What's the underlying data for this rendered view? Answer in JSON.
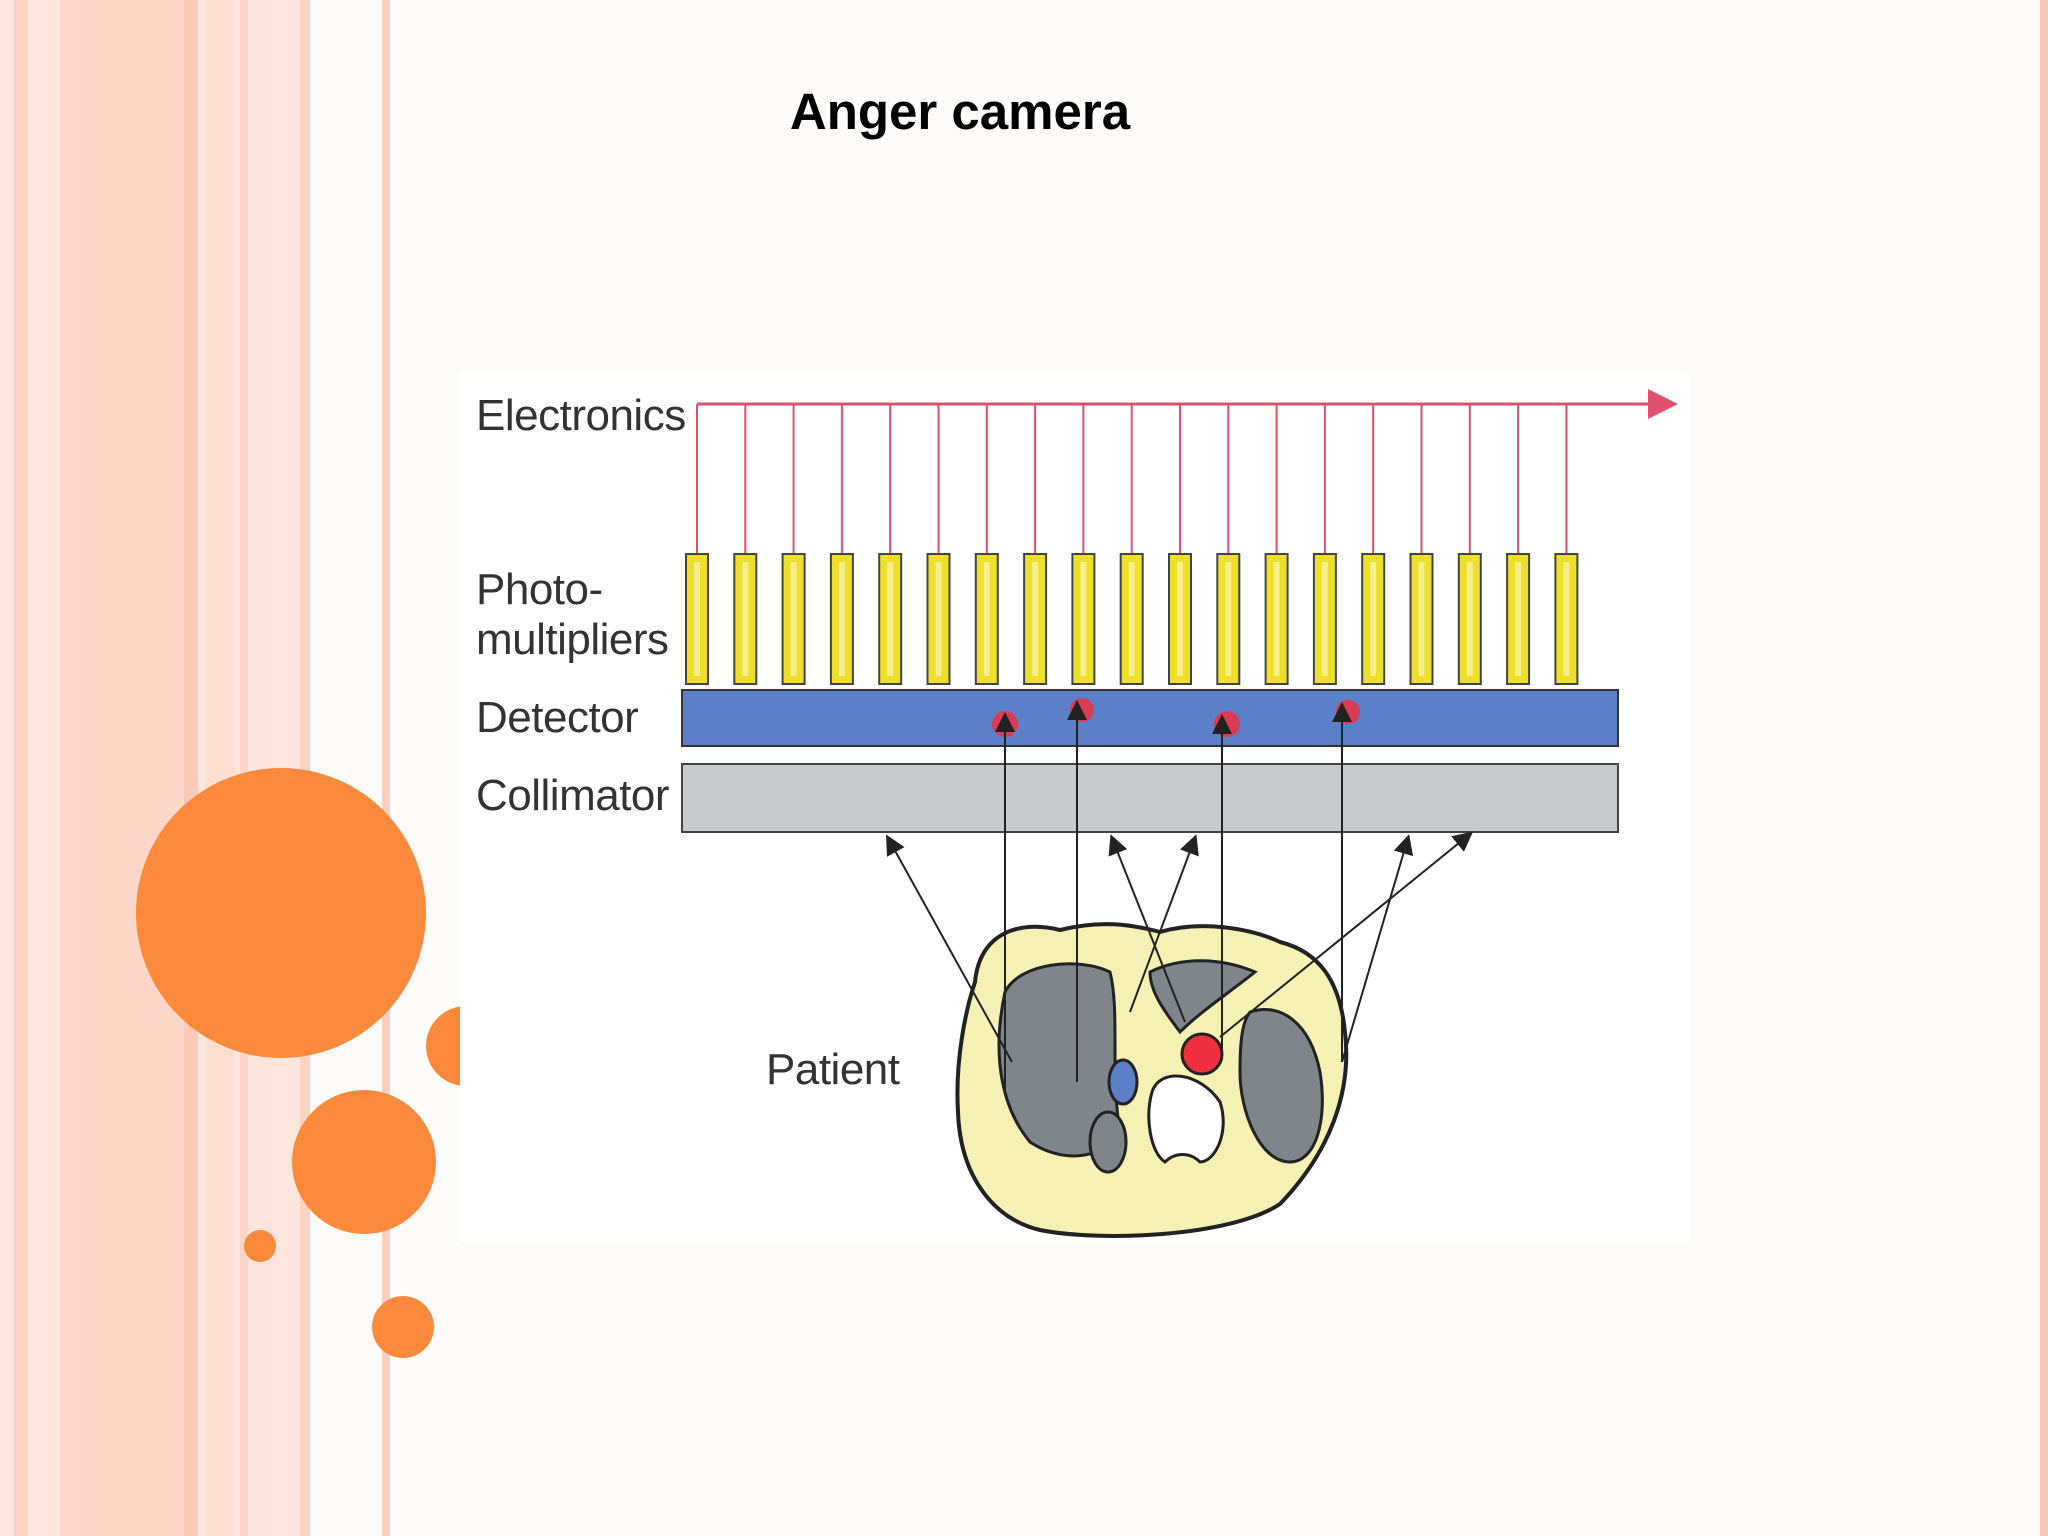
{
  "slide": {
    "title": "Anger camera"
  },
  "diagram": {
    "labels": {
      "electronics": "Electronics",
      "photomultipliers_line1": "Photo-",
      "photomultipliers_line2": "multipliers",
      "detector": "Detector",
      "collimator": "Collimator",
      "patient": "Patient"
    },
    "photomultiplier_count": 19,
    "colors": {
      "signal_line": "#e0506a",
      "photomultiplier": "#eee02a",
      "detector": "#5b80c7",
      "collimator": "#c8cacd",
      "scintillation": "#f03040",
      "patient_body": "#f5f0b4",
      "organ": "#808589",
      "accent_orange": "#fb8a3c"
    }
  }
}
